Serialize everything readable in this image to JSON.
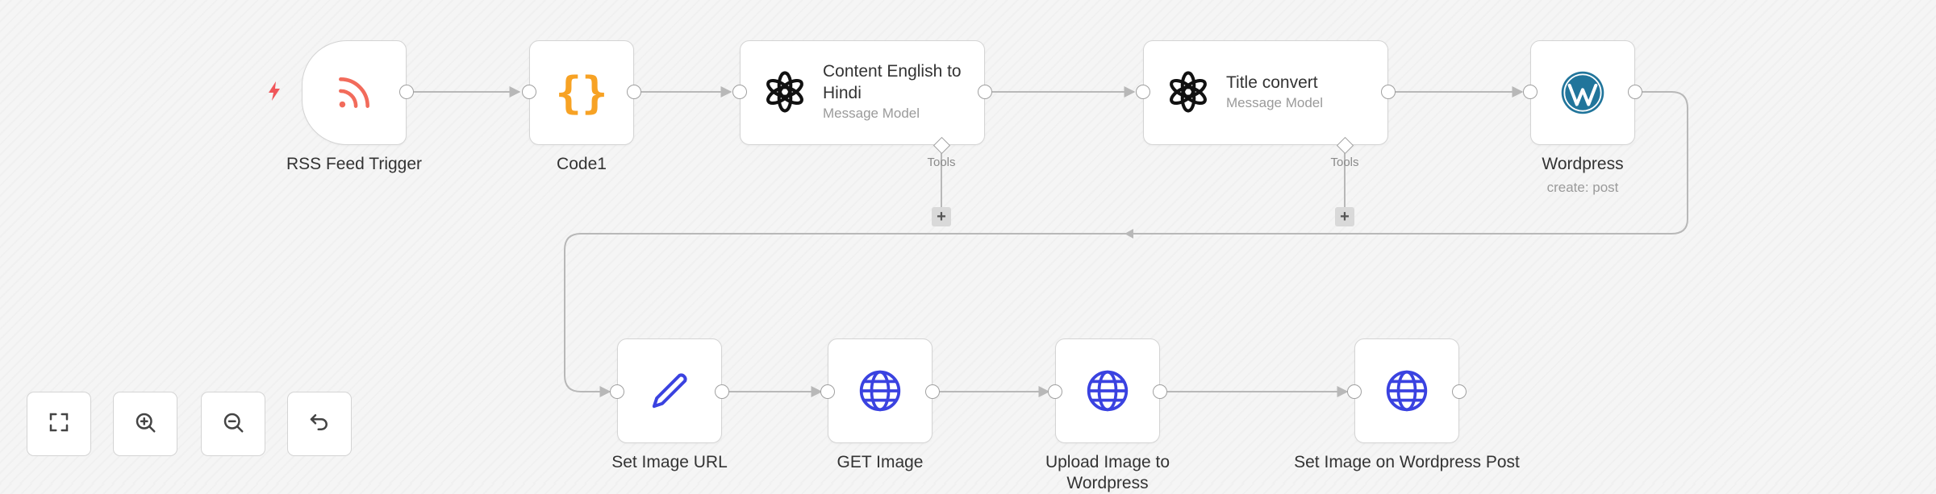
{
  "workflow": {
    "trigger": {
      "label": "RSS Feed Trigger",
      "icon": "rss-icon",
      "trigger_icon": "lightning-icon"
    },
    "code": {
      "label": "Code1",
      "icon": "braces-icon"
    },
    "content_translate": {
      "title": "Content English to Hindi",
      "subtitle": "Message Model",
      "tools_label": "Tools",
      "icon": "openai-icon"
    },
    "title_convert": {
      "title": "Title convert",
      "subtitle": "Message Model",
      "tools_label": "Tools",
      "icon": "openai-icon"
    },
    "wordpress": {
      "label": "Wordpress",
      "subtitle": "create: post",
      "icon": "wordpress-icon"
    },
    "set_image_url": {
      "label": "Set Image URL",
      "icon": "pencil-icon"
    },
    "get_image": {
      "label": "GET Image",
      "icon": "globe-icon"
    },
    "upload_image": {
      "label": "Upload Image to Wordpress",
      "icon": "globe-icon"
    },
    "set_image_post": {
      "label": "Set Image on Wordpress Post",
      "icon": "globe-icon"
    }
  },
  "controls": [
    {
      "name": "fit-view",
      "icon": "fullscreen-icon"
    },
    {
      "name": "zoom-in",
      "icon": "zoom-in-icon"
    },
    {
      "name": "zoom-out",
      "icon": "zoom-out-icon"
    },
    {
      "name": "reset-zoom",
      "icon": "undo-icon"
    }
  ],
  "colors": {
    "rss": "#f26b5b",
    "code": "#f7a224",
    "wordpress": "#21759b",
    "http": "#3a42e0",
    "edge": "#b8b8b8",
    "trigger_bolt": "#f0565a"
  }
}
